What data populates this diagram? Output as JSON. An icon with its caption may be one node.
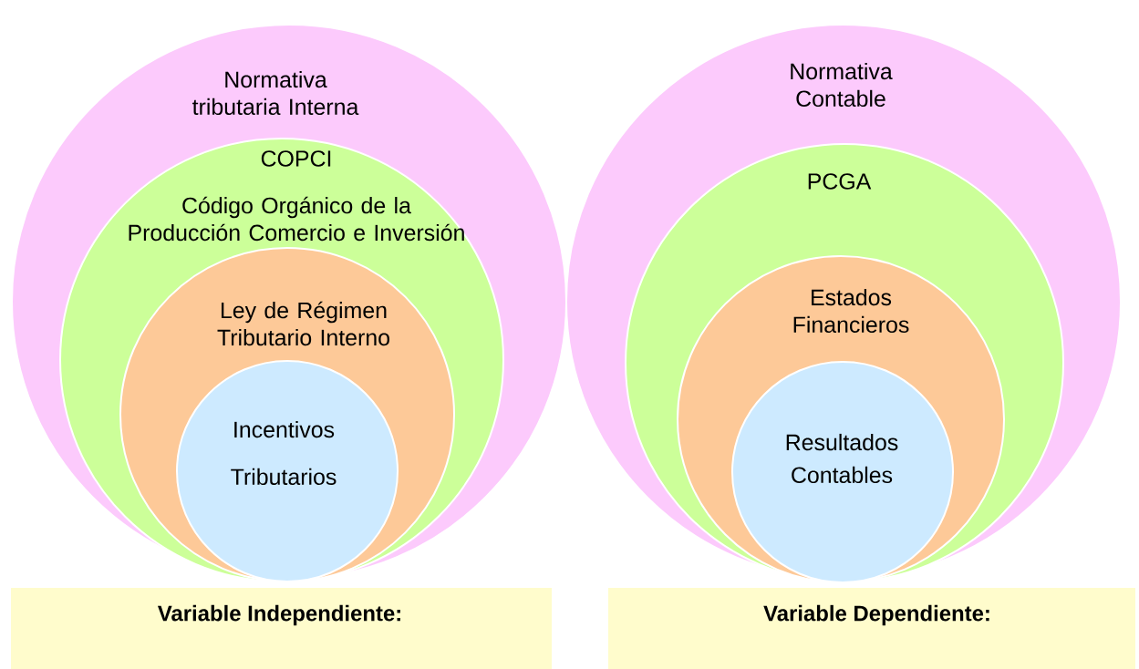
{
  "diagram": {
    "nodes": [
      {
        "text": [
          "Normativa tributaria Interna"
        ]
      },
      {
        "text": [
          "COPCI",
          "Código Orgánico de la Producción Comercio e Inversión"
        ],
        "in": 0
      },
      {
        "text": [
          "Ley de Régimen Tributario Interno"
        ],
        "in": 1
      },
      {
        "text": [
          "Incentivos Tributarios"
        ],
        "in": 2
      },
      {
        "text": [
          "Normativa Contable"
        ]
      },
      {
        "text": [
          "PCGA"
        ],
        "in": 4
      },
      {
        "text": [
          "Estados Financieros"
        ],
        "in": 5
      },
      {
        "text": [
          "Resultados Contables"
        ],
        "in": 6
      },
      {
        "text": [
          "Variable Independiente:"
        ]
      },
      {
        "text": [
          "Variable Dependiente:"
        ]
      }
    ]
  }
}
